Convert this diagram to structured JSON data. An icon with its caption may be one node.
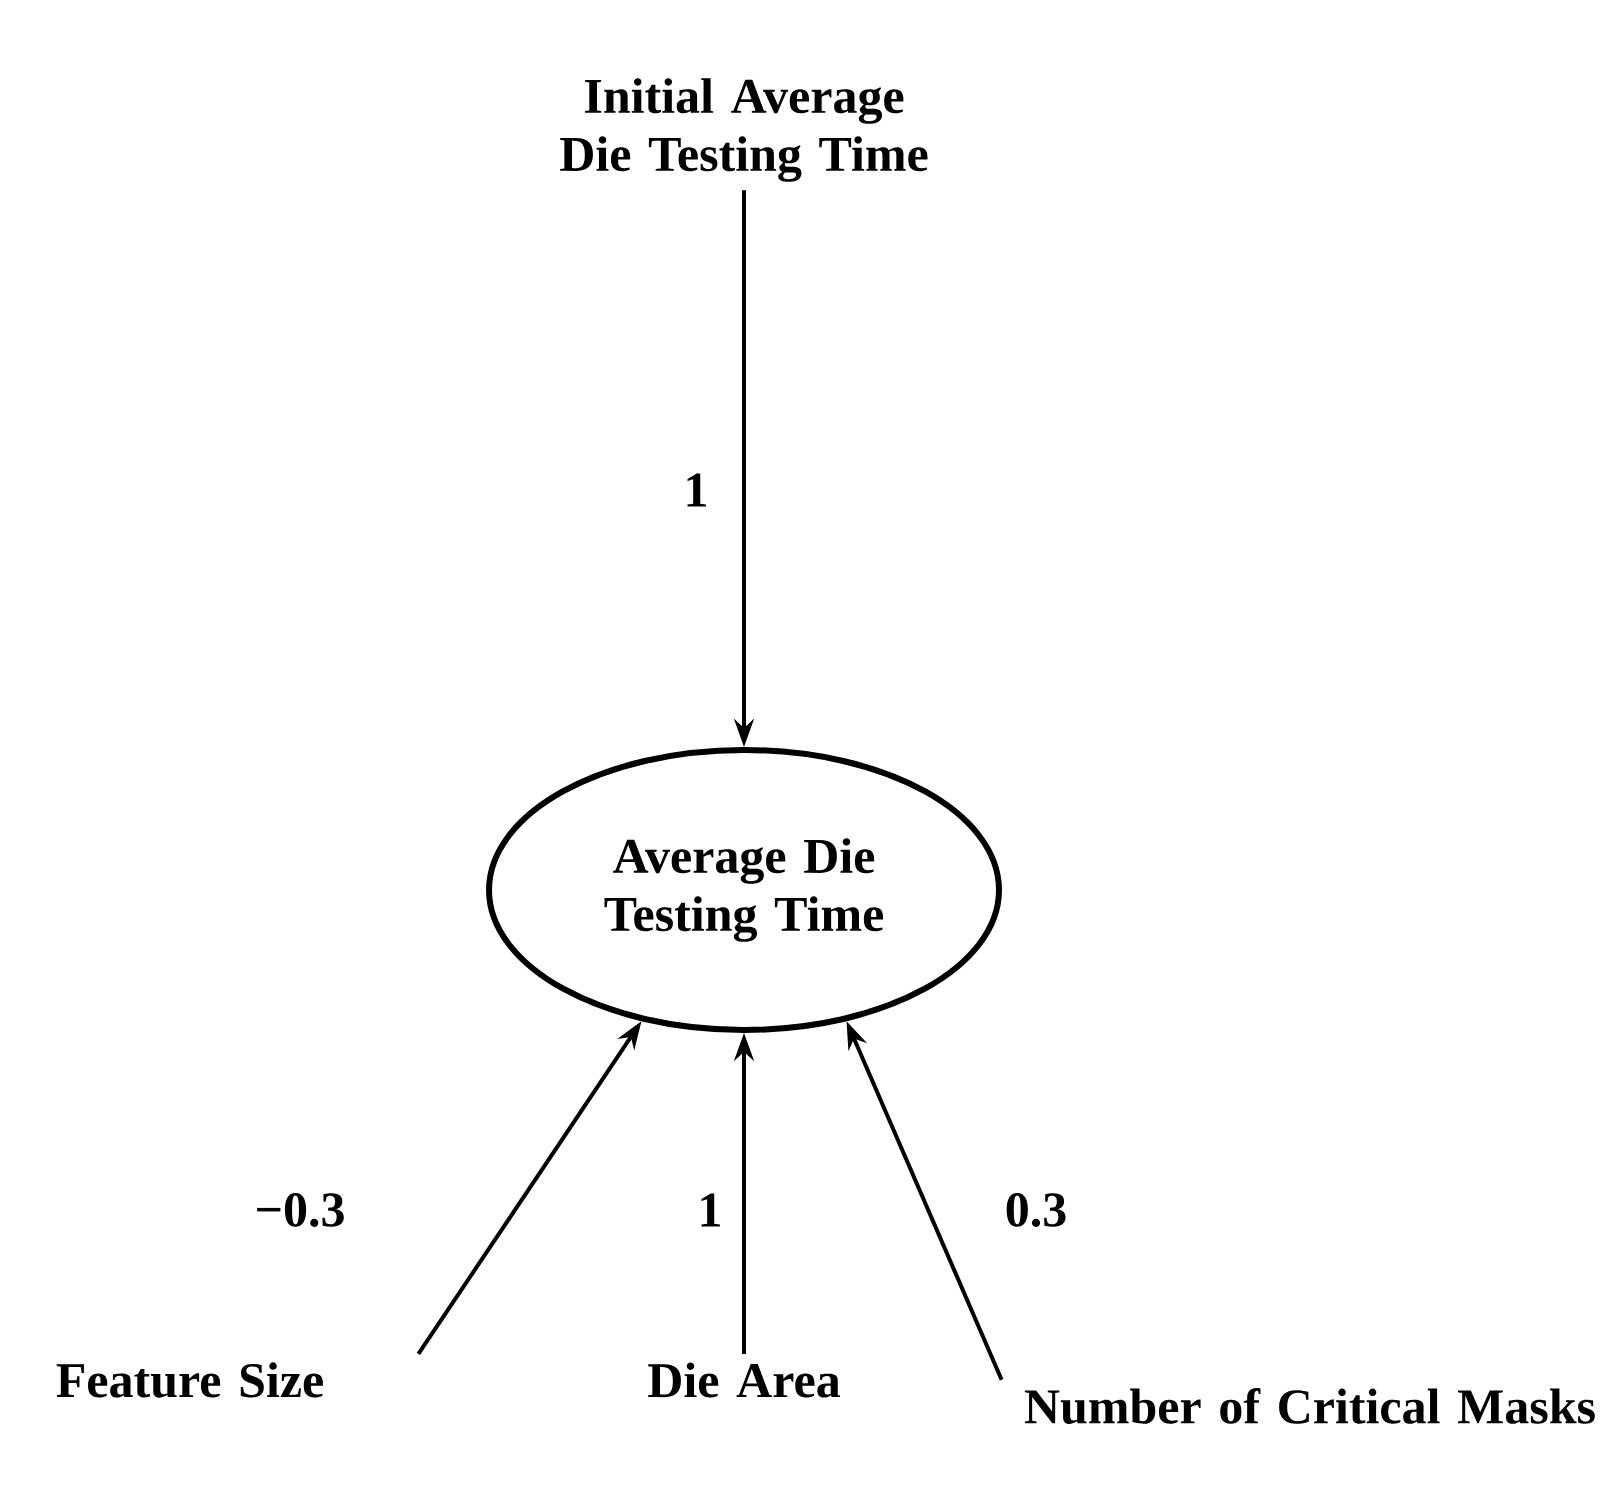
{
  "diagram": {
    "nodes": [
      {
        "text": [
          "Initial Average Die Testing Time"
        ]
      },
      {
        "text": [
          "Average Die Testing Time"
        ]
      },
      {
        "text": [
          "Feature Size"
        ]
      },
      {
        "text": [
          "Die Area"
        ]
      },
      {
        "text": [
          "Number of Critical Masks"
        ]
      }
    ],
    "edges": [
      {
        "from": 0,
        "to": 1,
        "arrow": "to",
        "label": "1"
      },
      {
        "from": 2,
        "to": 1,
        "arrow": "to",
        "label": "−0.3"
      },
      {
        "from": 3,
        "to": 1,
        "arrow": "to",
        "label": "1"
      },
      {
        "from": 4,
        "to": 1,
        "arrow": "to",
        "label": "0.3"
      }
    ]
  }
}
